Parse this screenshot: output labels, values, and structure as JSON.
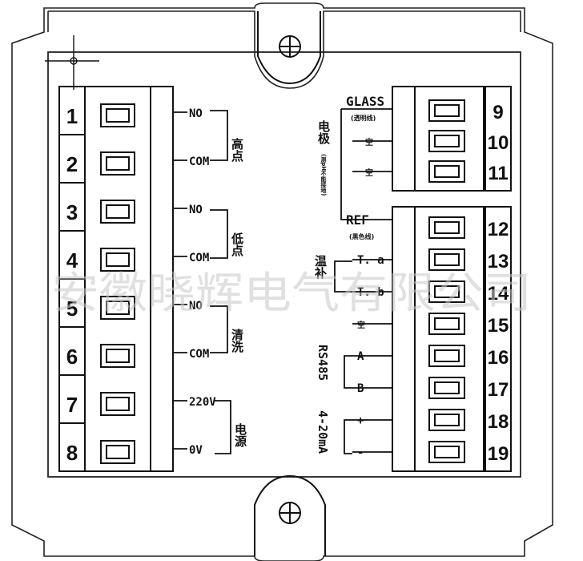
{
  "left_terminals": {
    "numbers": [
      "1",
      "2",
      "3",
      "4",
      "5",
      "6",
      "7",
      "8"
    ],
    "signals": [
      "NO",
      "COM",
      "NO",
      "COM",
      "NO",
      "COM",
      "220V",
      "0V"
    ],
    "groups": [
      "高点",
      "低点",
      "清洗",
      "电源"
    ]
  },
  "right_upper": {
    "numbers": [
      "9",
      "10",
      "11"
    ],
    "title": "GLASS",
    "subtitle": "(透明线)",
    "signals": [
      "空",
      "空"
    ],
    "group": "电极",
    "group_note": "(测pH不能接地)"
  },
  "right_lower": {
    "numbers": [
      "12",
      "13",
      "14",
      "15",
      "16",
      "17",
      "18",
      "19"
    ],
    "ref": "REF",
    "ref_note": "(黑色线)",
    "signals": [
      "T. a",
      "T. b",
      "空",
      "A",
      "B",
      "+",
      "-"
    ],
    "temp_group": "温补",
    "rs485": "RS485",
    "current": "4-20mA"
  },
  "watermark": "安徽晓辉电气有限公司",
  "colors": {
    "line": "#111111",
    "watermark": "#c8c8c8"
  }
}
